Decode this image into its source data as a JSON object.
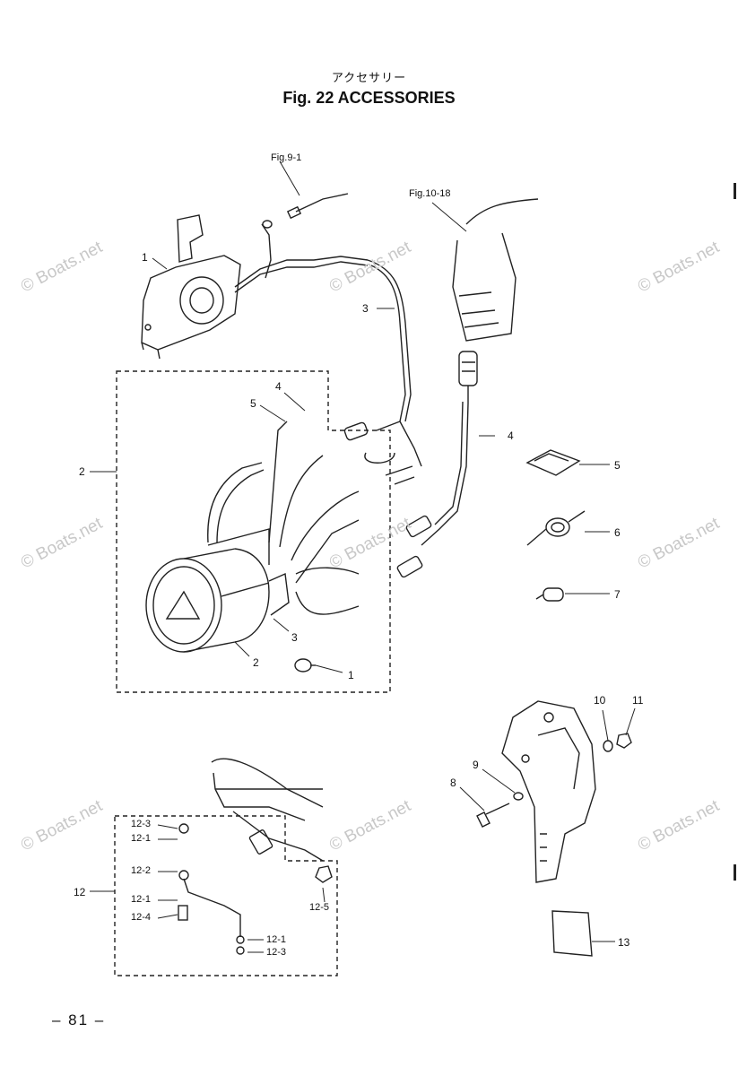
{
  "header": {
    "title_jp": "アクセサリー",
    "title_en": "Fig. 22    ACCESSORIES"
  },
  "references": {
    "fig9": "Fig.9-1",
    "fig10": "Fig.10-18"
  },
  "callouts": {
    "c1": "1",
    "c2": "2",
    "c3": "3",
    "c4": "4",
    "c5": "5",
    "c6": "6",
    "c7": "7",
    "g2_4": "4",
    "g2_5": "5",
    "g2_3": "3",
    "g2_2": "2",
    "g2_1": "1",
    "c8": "8",
    "c9": "9",
    "c10": "10",
    "c11": "11",
    "c13": "13",
    "c12": "12",
    "c12_3a": "12-3",
    "c12_1a": "12-1",
    "c12_2": "12-2",
    "c12_1b": "12-1",
    "c12_4": "12-4",
    "c12_5": "12-5",
    "c12_1c": "12-1",
    "c12_3b": "12-3"
  },
  "watermark": "© Boats.net",
  "footer": {
    "page": "– 81 –"
  }
}
